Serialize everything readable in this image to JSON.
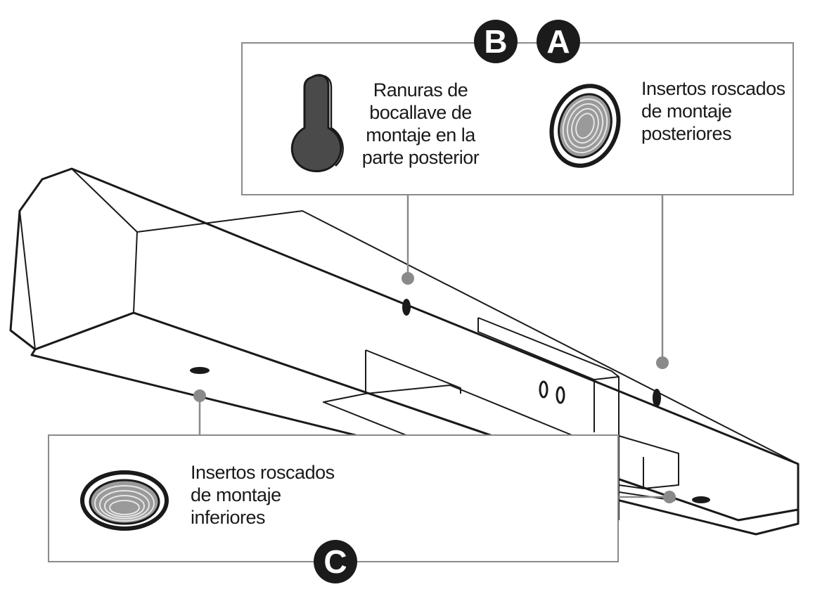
{
  "callouts": {
    "a": {
      "badge": "A",
      "label": "Insertos roscados\nde montaje\nposteriores",
      "icon": "threaded-insert-icon"
    },
    "b": {
      "badge": "B",
      "label": "Ranuras de\nbocallave de\nmontaje en la\nparte posterior",
      "icon": "keyhole-slot-icon"
    },
    "c": {
      "badge": "C",
      "label": "Insertos roscados\nde montaje\ninferiores",
      "icon": "threaded-insert-icon"
    }
  },
  "colors": {
    "outline": "#1a1a1a",
    "leader": "#8a8a8a",
    "badge": "#1b1b1b",
    "keyhole_fill": "#4a4a4a"
  }
}
